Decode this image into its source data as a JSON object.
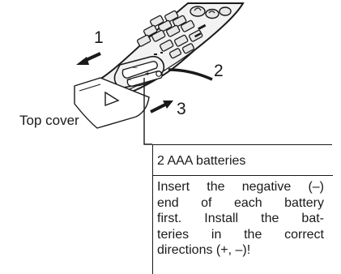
{
  "steps": {
    "step1": "1",
    "step2": "2",
    "step3": "3"
  },
  "cover_label": "Top cover",
  "callout": {
    "title": "2 AAA batteries",
    "lines": [
      "Insert the negative (–)",
      "end of each battery",
      "first. Install the bat-",
      "teries in the correct",
      "directions (+, –)!"
    ]
  },
  "polarity": {
    "plus": "+",
    "minus": "–"
  },
  "colors": {
    "ink": "#1a1a1a",
    "device": "#f2f2f2",
    "button_fill": "#e8e8e8",
    "background": "#ffffff"
  }
}
